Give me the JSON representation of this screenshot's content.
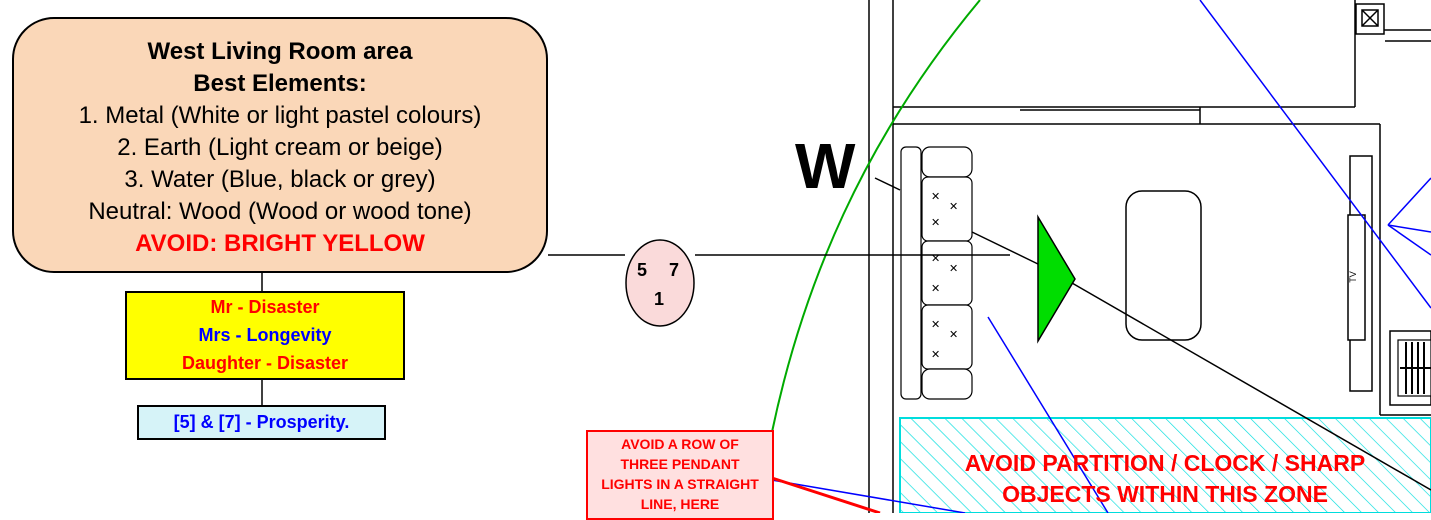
{
  "info_box": {
    "title": "West Living Room area",
    "subtitle": "Best Elements:",
    "items": [
      "1. Metal (White or light pastel colours)",
      "2. Earth (Light cream or beige)",
      "3. Water (Blue, black or grey)",
      "Neutral: Wood (Wood or wood tone)"
    ],
    "avoid": "AVOID: BRIGHT YELLOW"
  },
  "status_box": {
    "mr": "Mr -  Disaster",
    "mrs": "Mrs -  Longevity",
    "daughter": "Daughter -  Disaster"
  },
  "prosperity_note": "[5] & [7] - Prosperity.",
  "star_circle": {
    "top_left": "5",
    "top_right": "7",
    "bottom": "1"
  },
  "direction_label": "W",
  "tv_label": "TV",
  "avoid_lights": [
    "AVOID A ROW OF",
    "THREE PENDANT",
    "LIGHTS IN A STRAIGHT",
    "LINE, HERE"
  ],
  "zone_warning": [
    "AVOID PARTITION / CLOCK / SHARP",
    "OBJECTS WITHIN THIS ZONE"
  ],
  "colors": {
    "info_fill": "#fad7b8",
    "status_fill": "#ffff00",
    "red_text": "#ff0000",
    "blue_text": "#0000ff",
    "zone_hatch": "#00dddd",
    "arrow_green": "#00dd00",
    "arc_green": "#00aa00",
    "circle_fill": "#fadada"
  }
}
